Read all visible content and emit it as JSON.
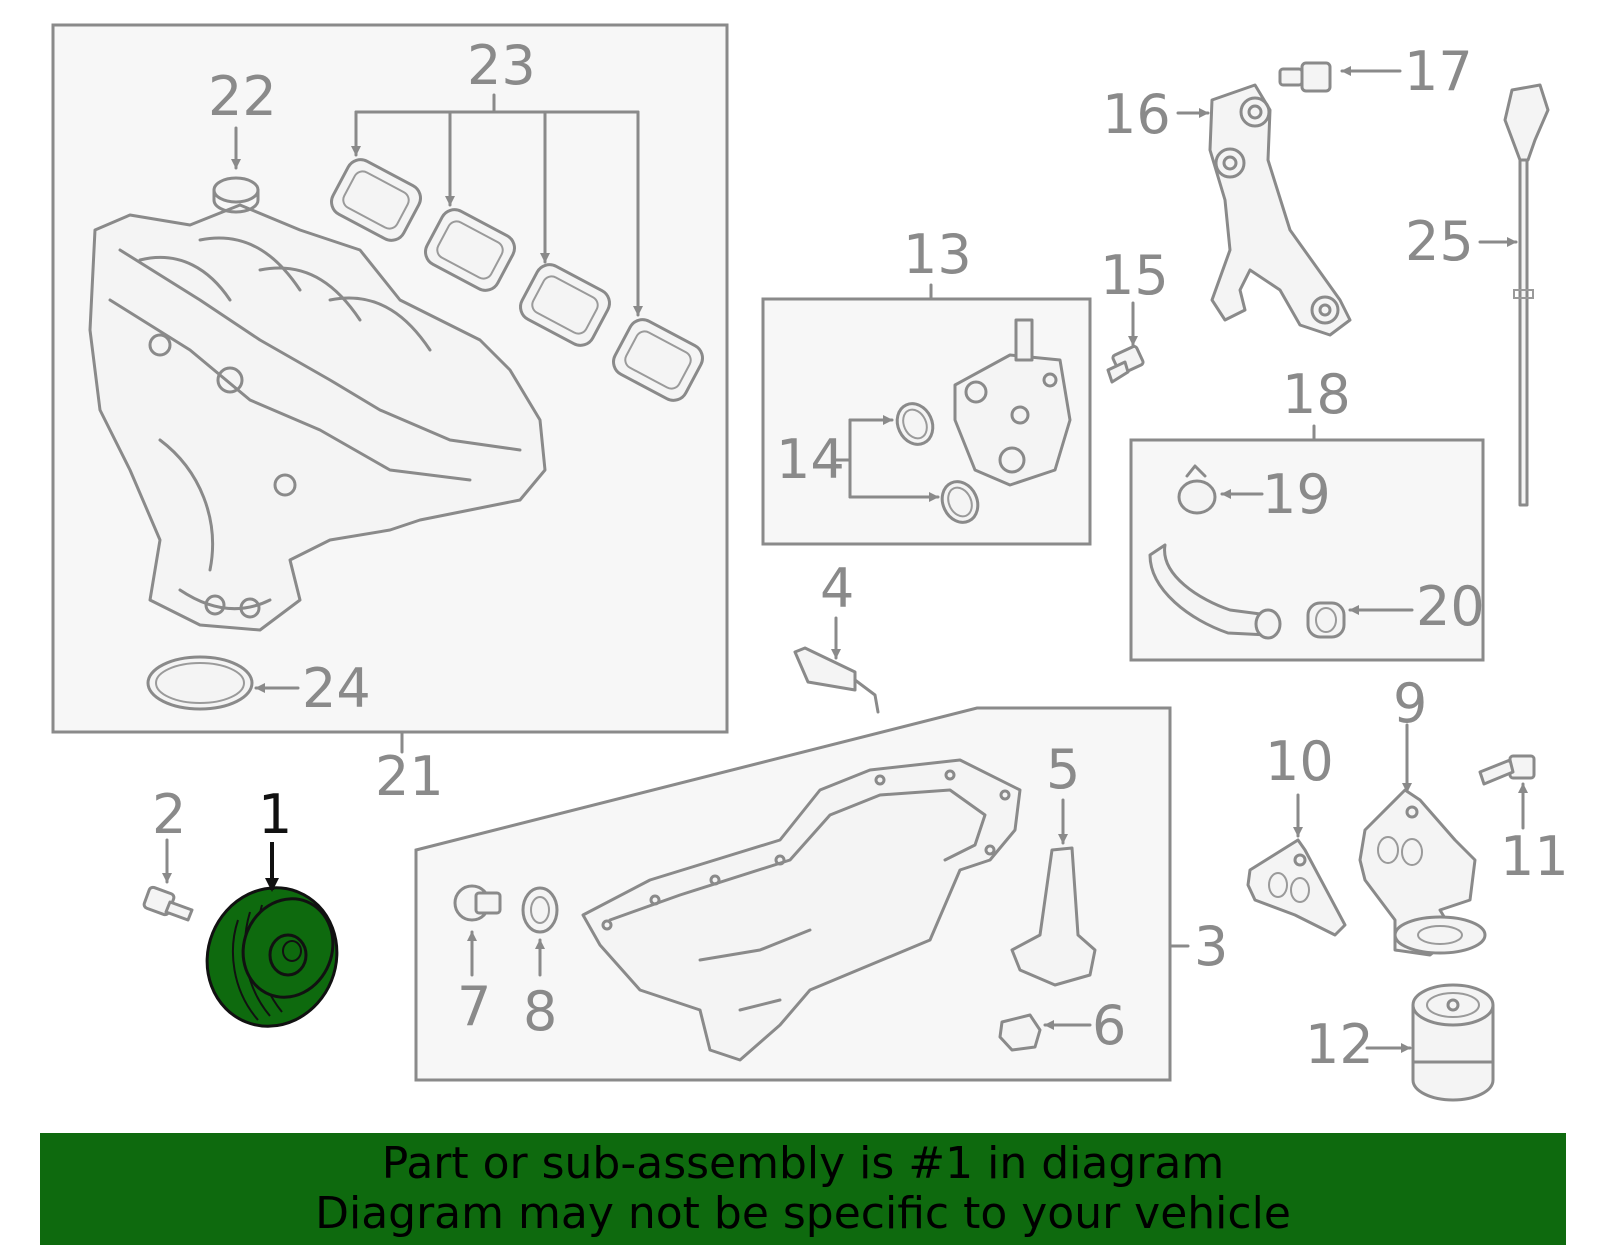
{
  "diagram": {
    "labels": {
      "p1": "1",
      "p2": "2",
      "p3": "3",
      "p4": "4",
      "p5": "5",
      "p6": "6",
      "p7": "7",
      "p8": "8",
      "p9": "9",
      "p10": "10",
      "p11": "11",
      "p12": "12",
      "p13": "13",
      "p14": "14",
      "p15": "15",
      "p16": "16",
      "p17": "17",
      "p18": "18",
      "p19": "19",
      "p20": "20",
      "p21": "21",
      "p22": "22",
      "p23": "23",
      "p24": "24",
      "p25": "25"
    },
    "colors": {
      "highlight": "#0e6a0e",
      "line": "#8a8a8a",
      "highlight_label": "#111111"
    }
  },
  "banner": {
    "line1": "Part or sub-assembly is #1 in diagram",
    "line2": "Diagram may not be specific to your vehicle"
  }
}
